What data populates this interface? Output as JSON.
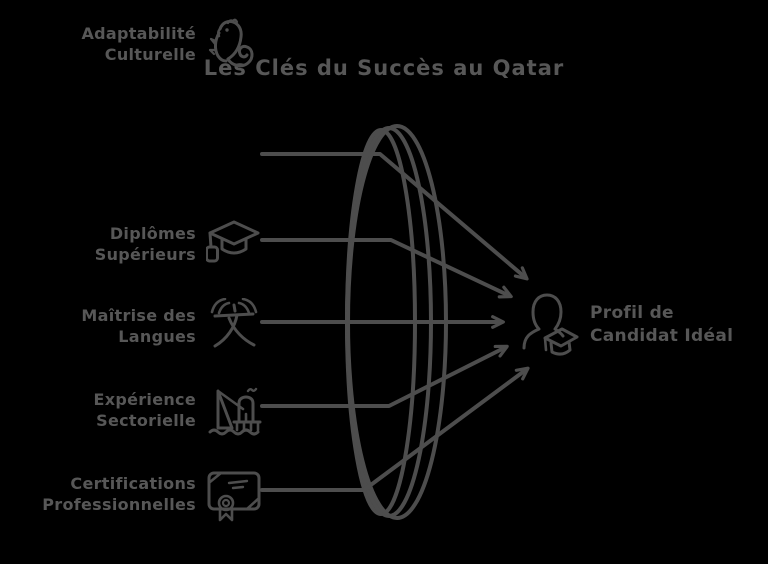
{
  "title": "Les Clés du Succès au Qatar",
  "colors": {
    "background": "#000000",
    "stroke": "#4d4d4d",
    "text": "#575757"
  },
  "factors": [
    {
      "line1": "Diplômes",
      "line2": "Supérieurs",
      "icon": "graduation-cap-icon"
    },
    {
      "line1": "Maîtrise des",
      "line2": "Langues",
      "icon": "language-icon"
    },
    {
      "line1": "Expérience",
      "line2": "Sectorielle",
      "icon": "oil-rig-icon"
    },
    {
      "line1": "Certifications",
      "line2": "Professionnelles",
      "icon": "certificate-icon"
    },
    {
      "line1": "Adaptabilité",
      "line2": "Culturelle",
      "icon": "chameleon-icon"
    }
  ],
  "result": {
    "line1": "Profil de",
    "line2": "Candidat Idéal",
    "icon": "graduate-person-icon"
  }
}
